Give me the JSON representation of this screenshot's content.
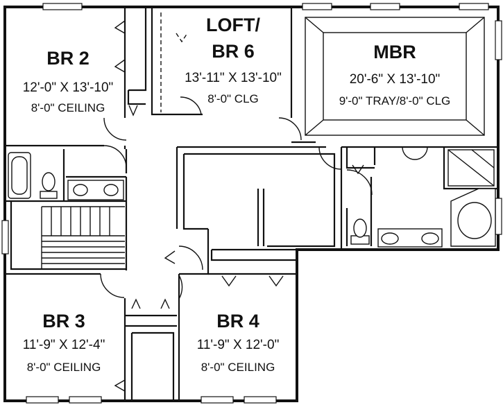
{
  "rooms": {
    "br2": {
      "name": "BR 2",
      "dims": "12'-0\" X 13'-10\"",
      "ceiling": "8'-0\" CEILING"
    },
    "loft": {
      "name_line1": "LOFT/",
      "name_line2": "BR 6",
      "dims": "13'-11\" X 13'-10\"",
      "ceiling": "8'-0\" CLG"
    },
    "mbr": {
      "name": "MBR",
      "dims": "20'-6\" X 13'-10\"",
      "ceiling": "9'-0\" TRAY/8'-0\" CLG"
    },
    "br3": {
      "name": "BR 3",
      "dims": "11'-9\" X 12'-4\"",
      "ceiling": "8'-0\" CEILING"
    },
    "br4": {
      "name": "BR 4",
      "dims": "11'-9\" X 12'-0\"",
      "ceiling": "8'-0\" CEILING"
    }
  }
}
